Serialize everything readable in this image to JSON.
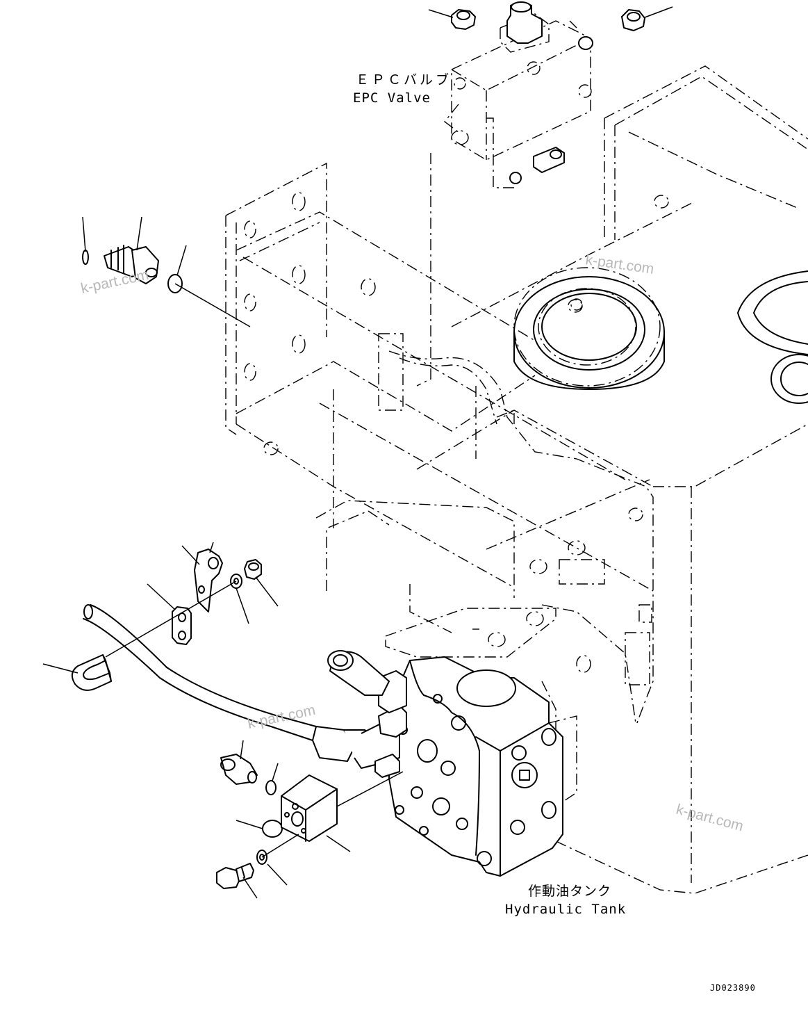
{
  "labels": {
    "epc_valve_jp": "ＥＰＣバルブ",
    "epc_valve_en": "EPC Valve",
    "tank_jp": "作動油タンク",
    "tank_en": "Hydraulic Tank",
    "drawing_number": "JD023890"
  },
  "watermarks": {
    "wm1": "k-part.com",
    "wm2": "k-part.com",
    "wm3": "k-part.com",
    "wm4": "k-part.com"
  }
}
